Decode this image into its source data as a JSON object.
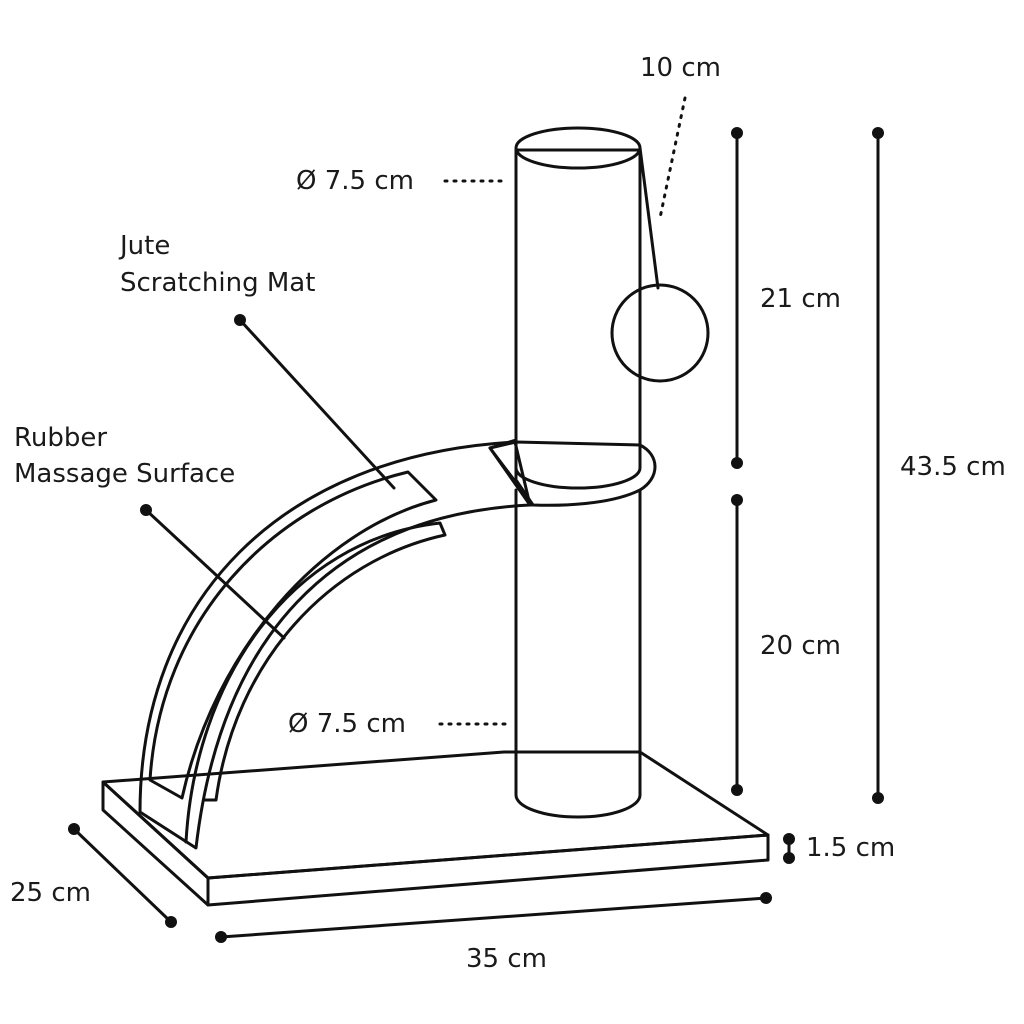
{
  "labels": {
    "top_width": "10 cm",
    "top_diameter": "Ø 7.5 cm",
    "bottom_diameter": "Ø 7.5 cm",
    "jute_line1": "Jute",
    "jute_line2": "Scratching Mat",
    "rubber_line1": "Rubber",
    "rubber_line2": "Massage Surface",
    "upper_height": "21 cm",
    "lower_height": "20 cm",
    "total_height": "43.5 cm",
    "base_thickness": "1.5 cm",
    "base_depth": "25 cm",
    "base_width": "35 cm"
  },
  "colors": {
    "line": "#111111",
    "fill_gray": "#d9d9d9",
    "background": "#ffffff"
  }
}
